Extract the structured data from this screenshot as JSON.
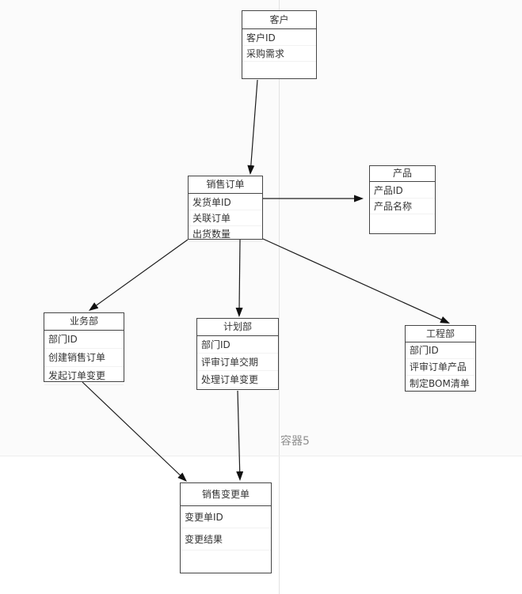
{
  "diagram": {
    "container_label": "容器5",
    "entities": {
      "customer": {
        "title": "客户",
        "rows": [
          "客户ID",
          "采购需求"
        ]
      },
      "sales_order": {
        "title": "销售订单",
        "rows": [
          "发货单ID",
          "关联订单",
          "出货数量"
        ]
      },
      "product": {
        "title": "产品",
        "rows": [
          "产品ID",
          "产品名称"
        ]
      },
      "business": {
        "title": "业务部",
        "rows": [
          "部门ID",
          "创建销售订单",
          "发起订单变更"
        ]
      },
      "planning": {
        "title": "计划部",
        "rows": [
          "部门ID",
          "评审订单交期",
          "处理订单变更"
        ]
      },
      "engineering": {
        "title": "工程部",
        "rows": [
          "部门ID",
          "评审订单产品",
          "制定BOM清单"
        ]
      },
      "change_order": {
        "title": "销售变更单",
        "rows": [
          "变更单ID",
          "变更结果"
        ]
      }
    },
    "connectors": [
      {
        "from": "客户",
        "to": "销售订单"
      },
      {
        "from": "销售订单",
        "to": "产品"
      },
      {
        "from": "销售订单",
        "to": "业务部"
      },
      {
        "from": "销售订单",
        "to": "计划部"
      },
      {
        "from": "销售订单",
        "to": "工程部"
      },
      {
        "from": "业务部",
        "to": "销售变更单"
      },
      {
        "from": "计划部",
        "to": "销售变更单"
      }
    ],
    "colors": {
      "entity_border": "#454545",
      "entity_text": "#333333",
      "connector": "#1c1c1c",
      "guide_line": "#e2e2e2",
      "container_label": "#8f8f8f"
    }
  }
}
